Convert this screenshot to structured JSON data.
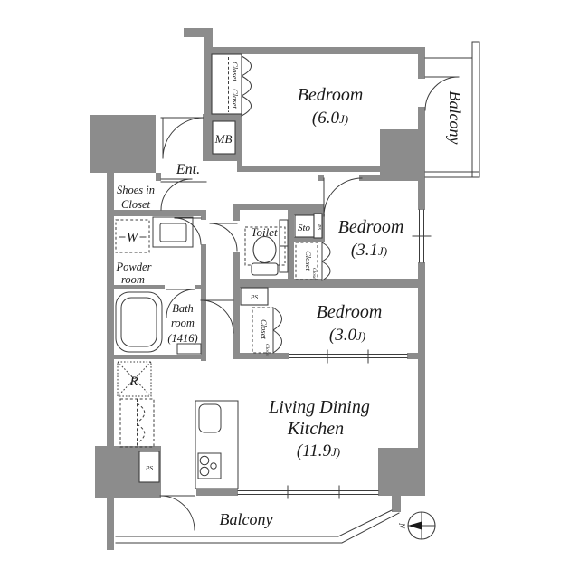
{
  "floorplan": {
    "bedroom_6": {
      "name": "Bedroom",
      "area": "(6.0",
      "area_unit": "J)"
    },
    "bedroom_3_1": {
      "name": "Bedroom",
      "area": "(3.1",
      "area_unit": "J)"
    },
    "bedroom_3_0": {
      "name": "Bedroom",
      "area": "(3.0",
      "area_unit": "J)"
    },
    "ldk": {
      "name_line1": "Living Dining",
      "name_line2": "Kitchen",
      "area": "(11.9",
      "area_unit": "J)"
    },
    "balcony_right": {
      "label": "Balcony"
    },
    "balcony_bottom": {
      "label": "Balcony"
    },
    "entrance": {
      "label": "Ent."
    },
    "shoes_closet": {
      "line1": "Shoes in",
      "line2": "Closet"
    },
    "powder_room": {
      "line1": "Powder",
      "line2": "room"
    },
    "bathroom": {
      "line1": "Bath",
      "line2": "room",
      "size": "(1416)"
    },
    "toilet": {
      "label": "Toilet"
    },
    "storage": {
      "label": "Sto"
    },
    "meter_box": {
      "label": "MB"
    },
    "closet": {
      "label": "Closet"
    },
    "pipe_space": {
      "label": "PS"
    },
    "washer": {
      "label": "W"
    },
    "refrigerator": {
      "label": "R"
    },
    "compass": {
      "north": "N"
    },
    "colors": {
      "wall": "#8c8c8c",
      "line": "#3c3c3c",
      "text": "#1a1a1a",
      "background": "#ffffff"
    }
  }
}
